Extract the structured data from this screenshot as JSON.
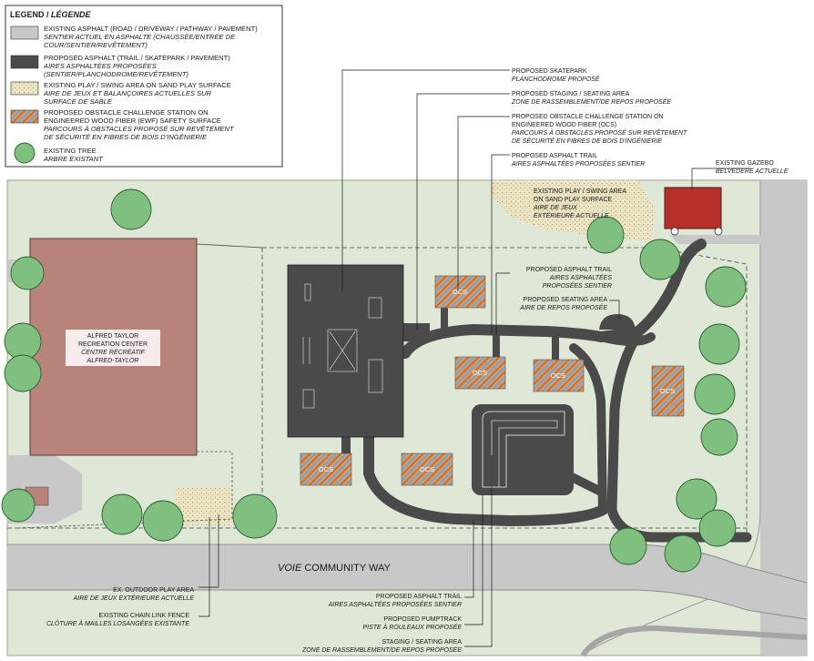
{
  "legend": {
    "title": "LEGEND /",
    "title_fr": "LÉGENDE",
    "items": [
      {
        "name": "existing-asphalt",
        "swatch": "#c8c8c8",
        "lines": [
          "EXISTING ASPHALT (ROAD / DRIVEWAY / PATHWAY / PAVEMENT)",
          "SENTIER ACTUEL EN ASPHALTE (CHAUSSÉE/ENTRÉE DE",
          "COUR/SENTIER/REVÊTEMENT)"
        ]
      },
      {
        "name": "proposed-asphalt",
        "swatch": "#4a4a4a",
        "lines": [
          "PROPOSED ASPHALT (TRAIL / SKATEPARK / PAVEMENT)",
          "AIRES ASPHALTÉES PROPOSÉES",
          "(SENTIER/PLANCHODROME/REVÊTEMENT)"
        ]
      },
      {
        "name": "existing-play-surface",
        "swatch": "#e8e0c0",
        "lines": [
          "EXISTING PLAY / SWING AREA ON SAND PLAY SURFACE",
          "AIRE DE JEUX ET BALANÇOIRES ACTUELLES SUR",
          "SURFACE DE SABLE"
        ]
      },
      {
        "name": "proposed-ocs",
        "swatch": "#d9a070",
        "lines": [
          "PROPOSED OBSTACLE CHALLENGE STATION ON",
          "ENGINEERED WOOD FIBER (EWF) SAFETY SURFACE",
          "PARCOURS À OBSTACLES PROPOSÉ SUR REVÊTEMENT",
          "DE SÉCURITÉ EN FIBRES DE BOIS D'INGÉNIERIE"
        ]
      },
      {
        "name": "existing-tree",
        "swatch": "#7fbf7f",
        "lines": [
          "EXISTING TREE",
          "ARBRE EXISTANT"
        ]
      }
    ]
  },
  "buildings": {
    "recreation_center": [
      "ALFRED TAYLOR",
      "RECREATION CENTER",
      "CENTRE RÉCRÉATIF",
      "ALFRED-TAYLOR"
    ],
    "gazebo": [
      "EXISTING GAZEBO",
      "BELVEDERE ACTUELLE"
    ]
  },
  "road": {
    "prefix": "VOIE",
    "name": "COMMUNITY WAY"
  },
  "ocs_label": "OCS",
  "callouts": {
    "skatepark": [
      "PROPOSED SKATEPARK",
      "PLANCHODROME PROPOSÉ"
    ],
    "staging_top": [
      "PROPOSED STAGING / SEATING AREA",
      "ZONE DE RASSEMBLEMENT/DE REPOS PROPOSÉE"
    ],
    "ocs_station": [
      "PROPOSED OBSTACLE CHALLENGE STATION ON",
      "ENGINEERED WOOD FIBER (OCS)",
      "PARCOURS À OBSTACLES PROPOSÉ SUR REVÊTEMENT",
      "DE SÉCURITÉ EN FIBRES DE BOIS D'INGÉNIERIE"
    ],
    "trail_top": [
      "PROPOSED ASPHALT TRAIL",
      "AIRES ASPHALTÉES PROPOSÉES SENTIER"
    ],
    "play_area": [
      "EXISTING PLAY / SWING AREA",
      "ON SAND PLAY SURFACE",
      "AIRE DE JEUX",
      "EXTÉRIEURE ACTUELLE"
    ],
    "trail_mid": [
      "PROPOSED ASPHALT TRAIL",
      "AIRES ASPHALTÉES",
      "PROPOSÉES SENTIER"
    ],
    "seating_mid": [
      "PROPOSED SEATING AREA",
      "AIRE DE REPOS PROPOSÉE"
    ],
    "outdoor_play": [
      "EX. OUTDOOR PLAY AREA",
      "AIRE DE JEUX EXTÉRIEURE ACTUELLE"
    ],
    "fence": [
      "EXISTING CHAIN LINK FENCE",
      "CLÔTURE À MAILLES LOSANGÉES EXISTANTE"
    ],
    "trail_bottom": [
      "PROPOSED ASPHALT TRAIL",
      "AIRES ASPHALTÉES PROPOSÉES SENTIER"
    ],
    "pumptrack": [
      "PROPOSED PUMPTRACK",
      "PISTE À ROULEAUX PROPOSÉE"
    ],
    "staging_bottom": [
      "STAGING / SEATING AREA",
      "ZONE DE RASSEMBLEMENT/DE REPOS PROPOSÉE"
    ]
  },
  "colors": {
    "grass": "#dfe8d6",
    "existing_asphalt": "#c8c8c8",
    "proposed_asphalt": "#4a4a4a",
    "building": "#b8837a",
    "gazebo": "#b5302a",
    "tree": "#7fbf7f",
    "sand": "#e8e0c0"
  }
}
